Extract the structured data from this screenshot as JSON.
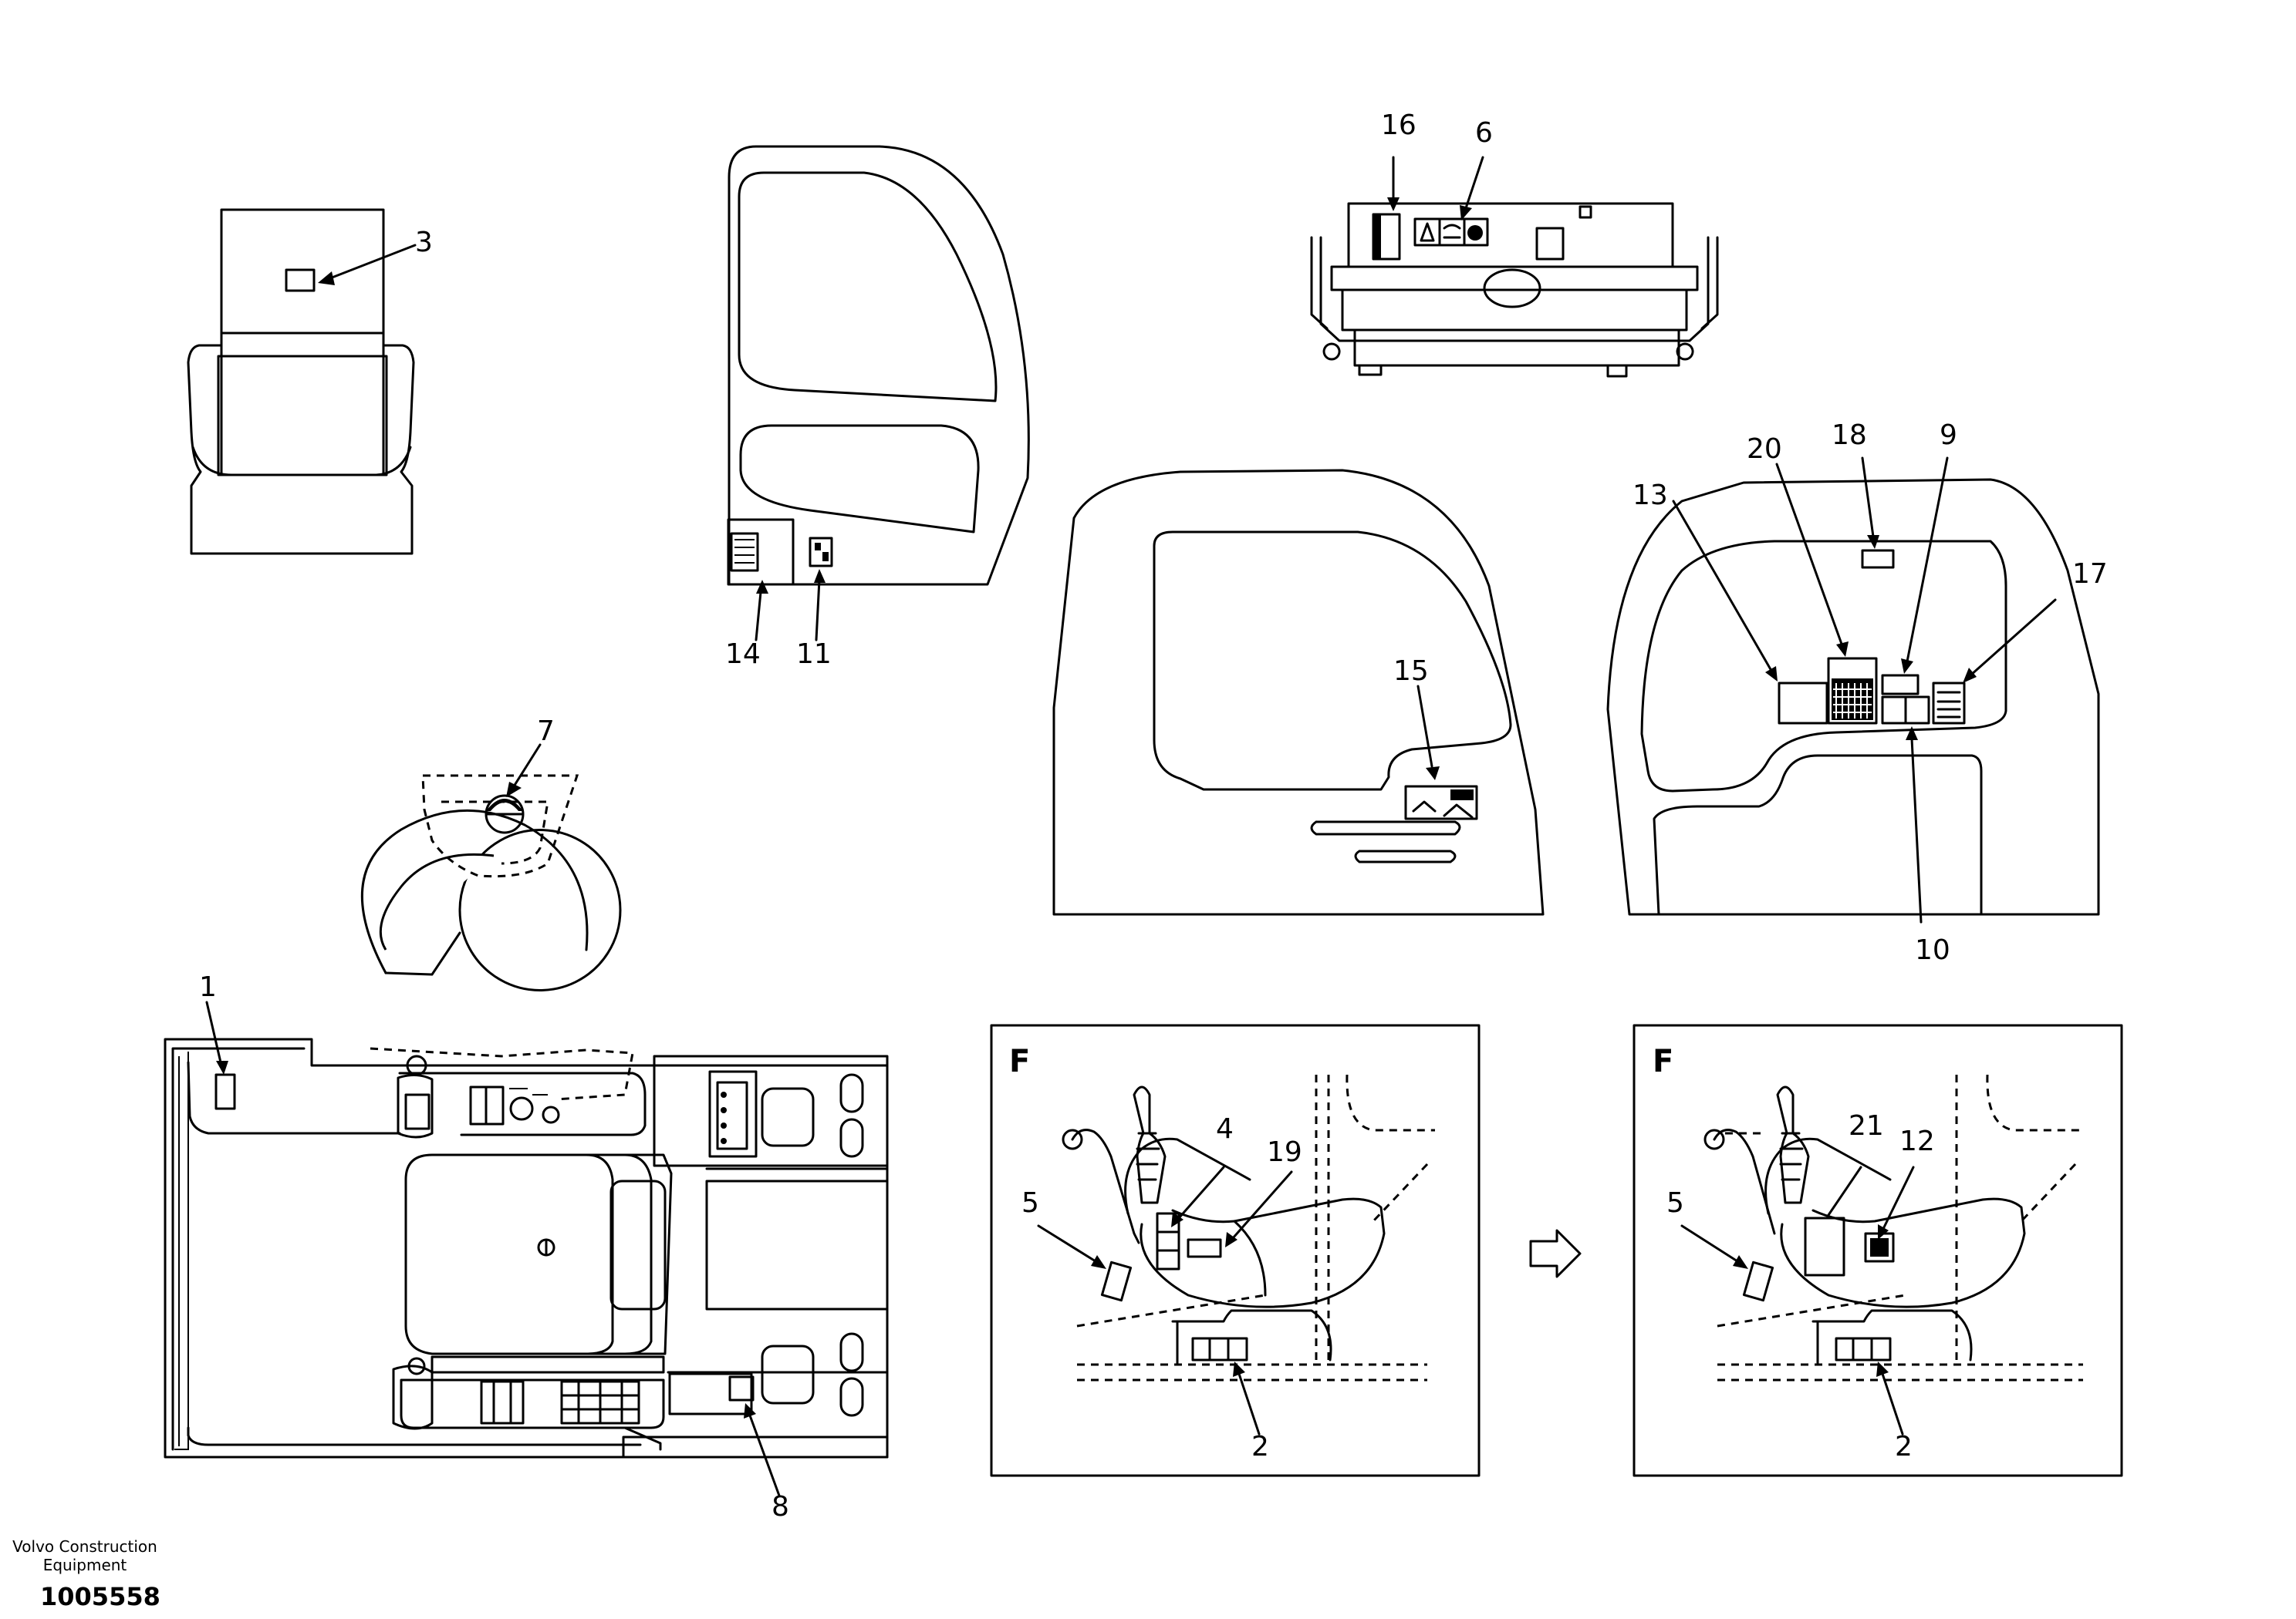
{
  "labels": {
    "l1": "1",
    "l2a": "2",
    "l2b": "2",
    "l3": "3",
    "l4": "4",
    "l5a": "5",
    "l5b": "5",
    "l6": "6",
    "l7": "7",
    "l8": "8",
    "l9": "9",
    "l10": "10",
    "l11": "11",
    "l12": "12",
    "l13": "13",
    "l14": "14",
    "l15": "15",
    "l16": "16",
    "l17": "17",
    "l18": "18",
    "l19": "19",
    "l20": "20",
    "l21": "21"
  },
  "views": {
    "left": "F",
    "right": "F"
  },
  "footer": {
    "company": "Volvo Construction Equipment",
    "doc_number": "1005558"
  }
}
